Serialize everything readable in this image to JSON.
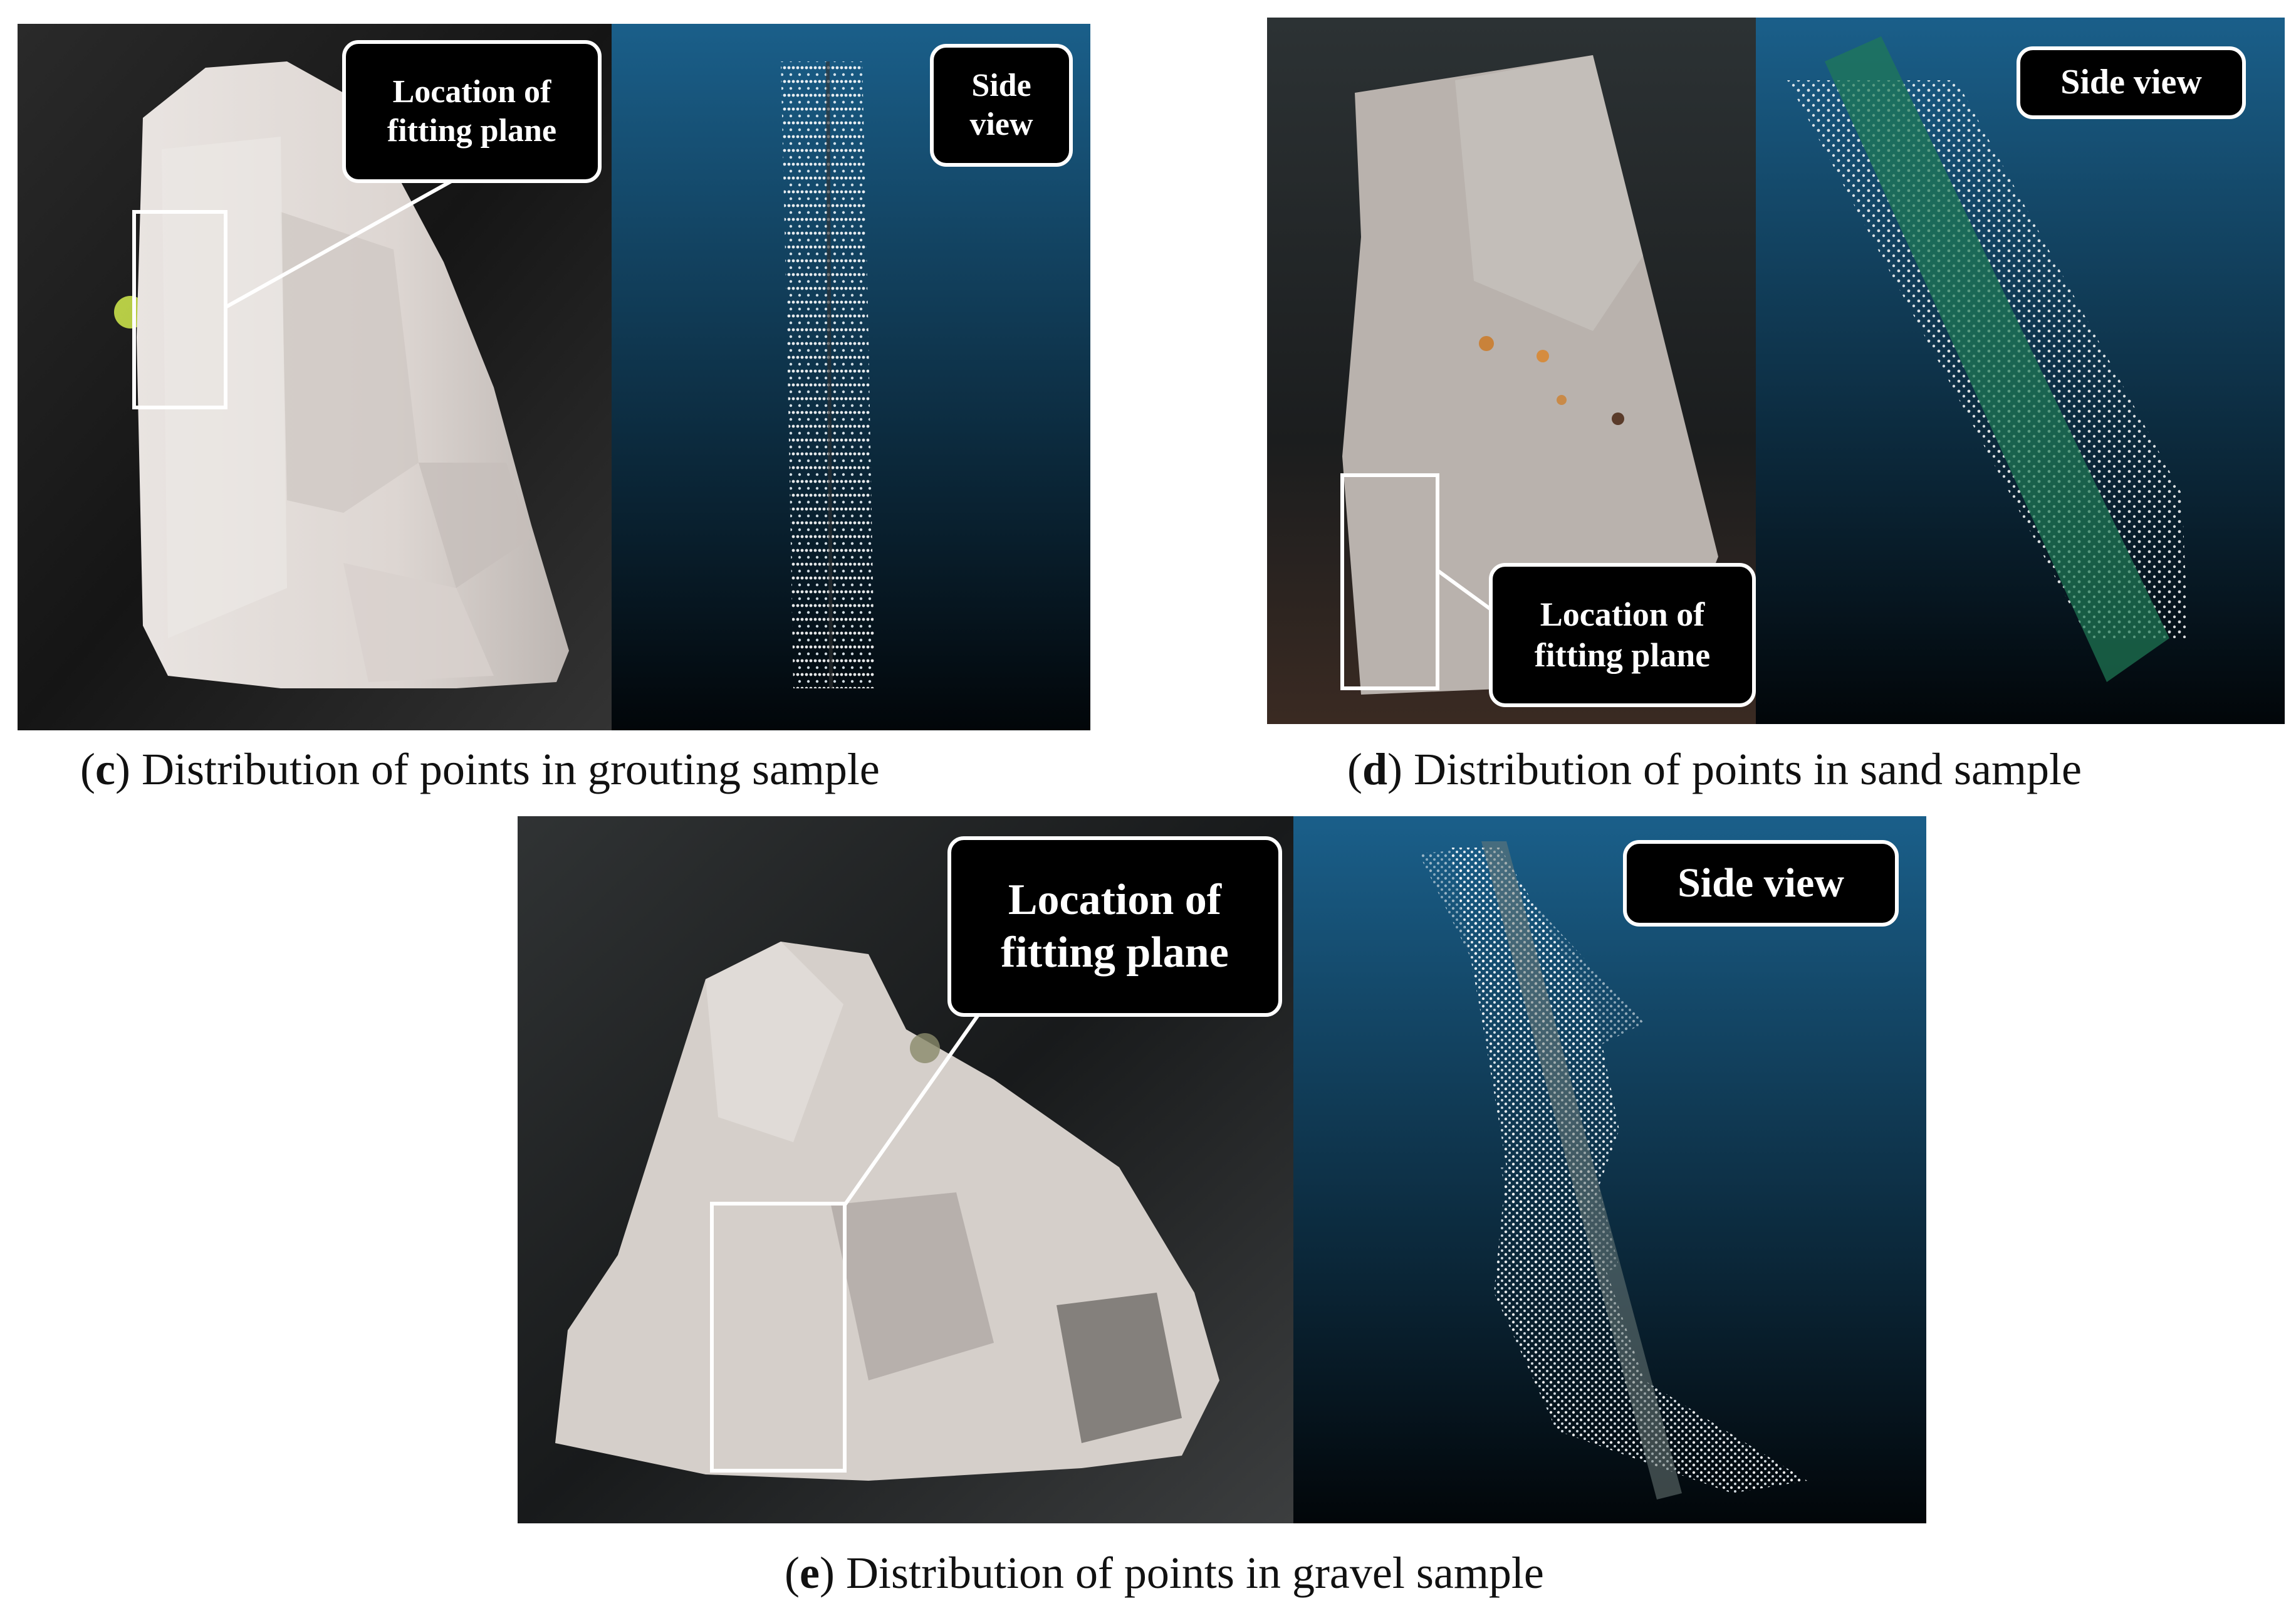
{
  "panels": {
    "c": {
      "callout": {
        "line1": "Location of",
        "line2": "fitting plane"
      },
      "side_view": {
        "line1": "Side",
        "line2": "view"
      },
      "caption": {
        "letter": "c",
        "text": "Distribution of points in grouting sample"
      }
    },
    "d": {
      "callout": {
        "line1": "Location of",
        "line2": "fitting plane"
      },
      "side_view": {
        "line1": "Side view"
      },
      "caption": {
        "letter": "d",
        "text": "Distribution of points in sand sample"
      }
    },
    "e": {
      "callout": {
        "line1": "Location of",
        "line2": "fitting plane"
      },
      "side_view": {
        "line1": "Side view"
      },
      "caption": {
        "letter": "e",
        "text": "Distribution of points in gravel sample"
      }
    }
  },
  "colors": {
    "cloud_top": "#1a5f8a",
    "cloud_bottom": "#020609",
    "points": "#ffffff",
    "plane": "#1f7a55",
    "label_bg": "#000000",
    "label_border": "#ffffff",
    "photo_bg": "#1e1e1e"
  }
}
